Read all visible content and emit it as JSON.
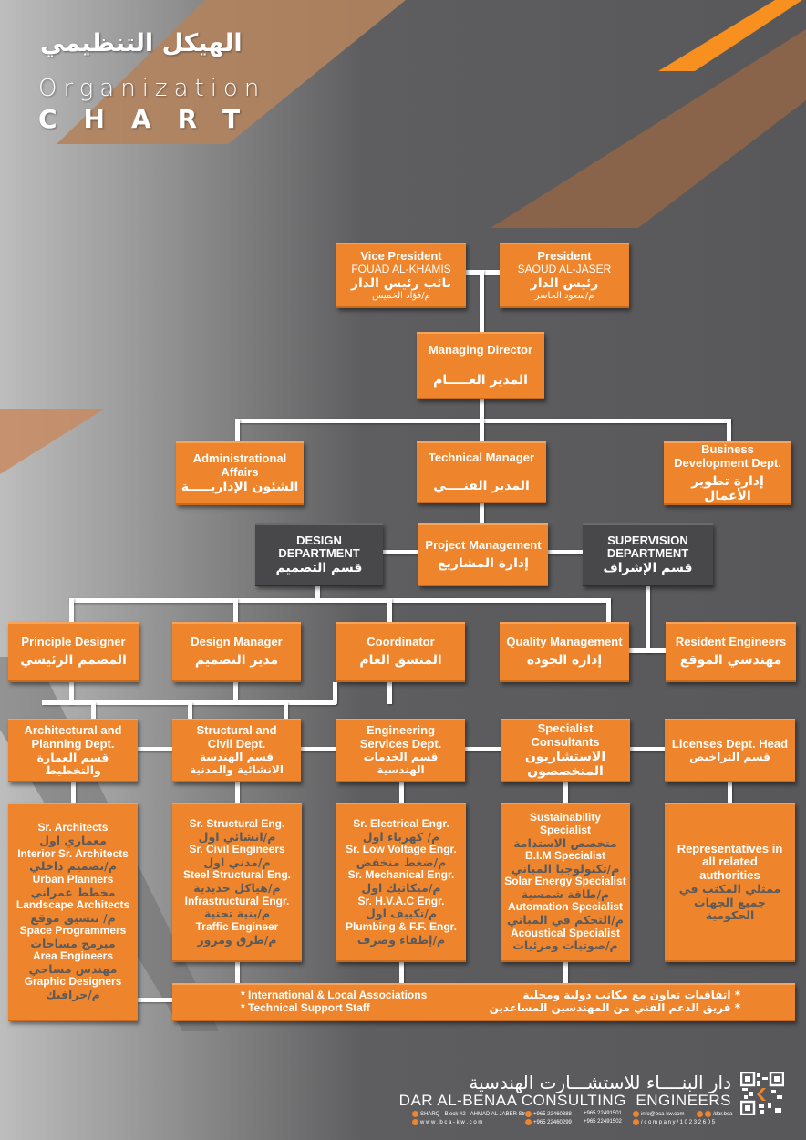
{
  "title": {
    "arabic": "الهيكل التنظيمي",
    "english_line1": "Organization",
    "english_line2": "CHART"
  },
  "colors": {
    "orange": "#ee852c",
    "dark_box": "#48484a",
    "background": "#58585a",
    "stripe_brown": "#89634a",
    "stripe_orange": "#f7901e"
  },
  "top": {
    "vice_president": {
      "title": "Vice President",
      "name_en": "FOUAD AL-KHAMIS",
      "title_ar": "نائب رئيس الدار",
      "name_ar": "م/فؤاد الخميس"
    },
    "president": {
      "title": "President",
      "name_en": "SAOUD AL-JASER",
      "title_ar": "رئيس الدار",
      "name_ar": "م/سعود الجاسر"
    },
    "managing_director": {
      "title": "Managing Director",
      "title_ar": "المدير العـــــام"
    }
  },
  "level2": {
    "admin": {
      "title": "Administrational Affairs",
      "title_ar": "الشئون الإداريـــــة"
    },
    "technical": {
      "title": "Technical Manager",
      "title_ar": "المدير الفنــــي"
    },
    "business": {
      "title": "Business Development Dept.",
      "title_ar": "إدارة تطوير الأعمال"
    }
  },
  "level3": {
    "design": {
      "title_l1": "DESIGN",
      "title_l2": "DEPARTMENT",
      "title_ar": "قسم التصميم"
    },
    "project": {
      "title": "Project Management",
      "title_ar": "إدارة المشاريع"
    },
    "supervision": {
      "title_l1": "SUPERVISION",
      "title_l2": "DEPARTMENT",
      "title_ar": "قسم الإشراف"
    }
  },
  "level4": [
    {
      "title": "Principle Designer",
      "title_ar": "المصمم الرئيسي"
    },
    {
      "title": "Design Manager",
      "title_ar": "مدير التصميم"
    },
    {
      "title": "Coordinator",
      "title_ar": "المنسق العام"
    },
    {
      "title": "Quality Management",
      "title_ar": "إدارة الجودة"
    },
    {
      "title": "Resident Engineers",
      "title_ar": "مهندسي الموقع"
    }
  ],
  "level5": [
    {
      "title": "Architectural and Planning Dept.",
      "title_ar": "قسم العمارة والتخطيط"
    },
    {
      "title": "Structural and Civil Dept.",
      "title_ar": "قسم الهندسة الانشائية والمدنية"
    },
    {
      "title": "Engineering Services Dept.",
      "title_ar": "قسم الخدمات الهندسية"
    },
    {
      "title": "Specialist Consultants",
      "title_ar": "الاستشاريون المتخصصون"
    },
    {
      "title": "Licenses Dept. Head",
      "title_ar": "قسم التراخيص"
    }
  ],
  "level6": [
    {
      "items": [
        {
          "en": "Sr. Architects",
          "ar": "معماري اول"
        },
        {
          "en": "Interior Sr. Architects",
          "ar": "م/تصميم داخلي"
        },
        {
          "en": "Urban Planners",
          "ar": "مخطط عمراني"
        },
        {
          "en": "Landscape Architects",
          "ar": "م/ تنسيق موقع"
        },
        {
          "en": "Space Programmers",
          "ar": "مبرمج مساحات"
        },
        {
          "en": "Area Engineers",
          "ar": "مهندس مساحي"
        },
        {
          "en": "Graphic Designers",
          "ar": "م/جرافيك"
        }
      ]
    },
    {
      "items": [
        {
          "en": "Sr. Structural Eng.",
          "ar": "م/انشائي اول"
        },
        {
          "en": "Sr. Civil Engineers",
          "ar": "م/مدني اول"
        },
        {
          "en": "Steel Structural Eng.",
          "ar": "م/هياكل حديدية"
        },
        {
          "en": "Infrastructural Engr.",
          "ar": "م/بنية تحتية"
        },
        {
          "en": "Traffic Engineer",
          "ar": "م/طرق ومرور"
        }
      ]
    },
    {
      "items": [
        {
          "en": "Sr. Electrical Engr.",
          "ar": "م/ كهرباء اول"
        },
        {
          "en": "Sr. Low Voltage Engr.",
          "ar": "م/ضغط منخفض"
        },
        {
          "en": "Sr. Mechanical Engr.",
          "ar": "م/ميكانيك اول"
        },
        {
          "en": "Sr. H.V.A.C Engr.",
          "ar": "م/تكييف اول"
        },
        {
          "en": "Plumbing & F.F. Engr.",
          "ar": "م/إطفاء وصرف"
        }
      ]
    },
    {
      "items": [
        {
          "en": "Sustainability Specialist",
          "ar": "متخصص الاستدامة"
        },
        {
          "en": "B.I.M Specialist",
          "ar": "م/تكنولوجيا المباني"
        },
        {
          "en": "Solar Energy Specialist",
          "ar": "م/طاقة شمسية"
        },
        {
          "en": "Automation Specialist",
          "ar": "م/التحكم في المباني"
        },
        {
          "en": "Acoustical Specialist",
          "ar": "م/صوتيات ومرئيات"
        }
      ]
    },
    {
      "items": [
        {
          "en": "Representatives in all related authorities",
          "ar": "ممثلي المكتب في جميع الجهات الحكومية"
        }
      ]
    }
  ],
  "bottom_bar": {
    "en": [
      "* International & Local Associations",
      "* Technical Support Staff"
    ],
    "ar": [
      "* اتفاقيات تعاون مع مكاتب دولية ومحلية",
      "* فريق الدعم الفني من المهندسين المساعدين"
    ]
  },
  "footer": {
    "company_ar": "دار البنــــاء للاستشـــارت الهندسية",
    "company_en": "DAR AL-BENAA CONSULTING  ENGINEERS",
    "address": "SHARQ - Block #2 - AHMAD AL JABER Str.",
    "website": "w w w . b c a - k w . c o m",
    "phone1": "+965 22460388",
    "phone2": "+965 22460299",
    "phone3": "+965 22491501",
    "phone4": "+965 22491502",
    "email": "info@bca-kw.com",
    "social": "/dar.bca",
    "linkedin": "/ c o m p a n y / 1 0 2 3 2 6 0 5"
  }
}
